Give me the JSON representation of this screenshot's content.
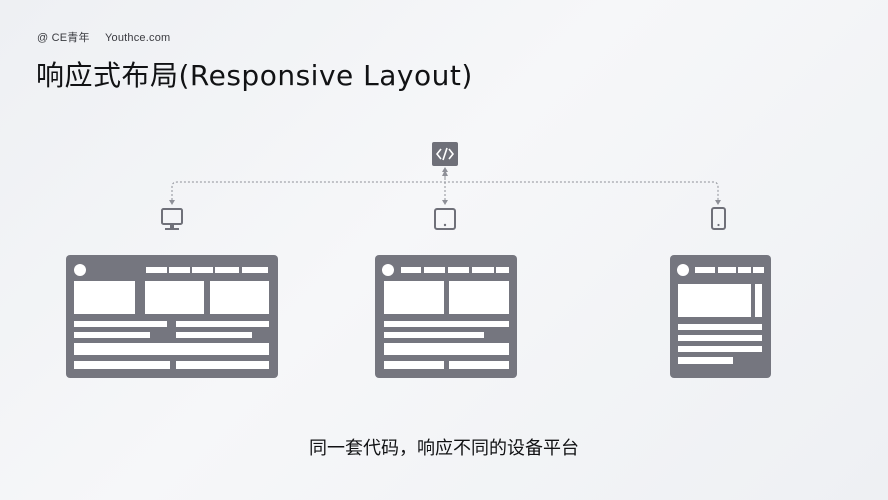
{
  "header": {
    "credit_handle": "@ CE青年",
    "credit_site": "Youthce.com",
    "title": "响应式布局(Responsive Layout)"
  },
  "icons": {
    "source": "code-icon",
    "desktop": "desktop-monitor-icon",
    "tablet": "tablet-icon",
    "phone": "phone-icon"
  },
  "caption": "同一套代码，响应不同的设备平台",
  "colors": {
    "frame": "#75767f",
    "content": "#ffffff",
    "connector": "#8e9098",
    "background": "#eef0f3"
  }
}
